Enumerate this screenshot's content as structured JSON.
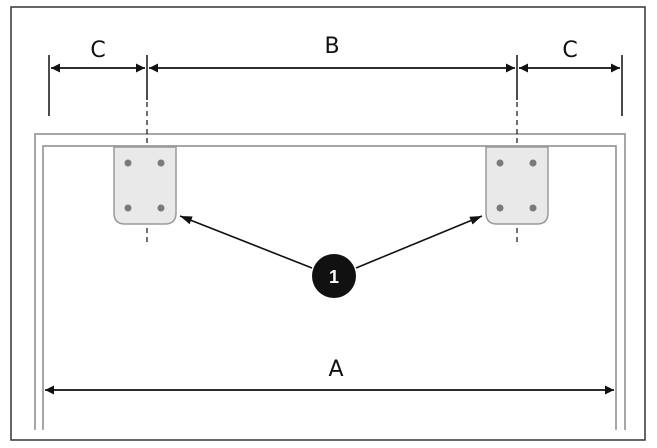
{
  "dimensions": {
    "left_offset": "C",
    "bracket_spacing": "B",
    "right_offset": "C",
    "overall_width": "A"
  },
  "callout": {
    "number": "1"
  },
  "colors": {
    "line": "#111111",
    "frame": "#8a8a8a",
    "bracket_fill": "#e9e9e9",
    "bracket_stroke": "#9a9a9a",
    "hole": "#7a7a7a",
    "callout_fill": "#111111"
  }
}
